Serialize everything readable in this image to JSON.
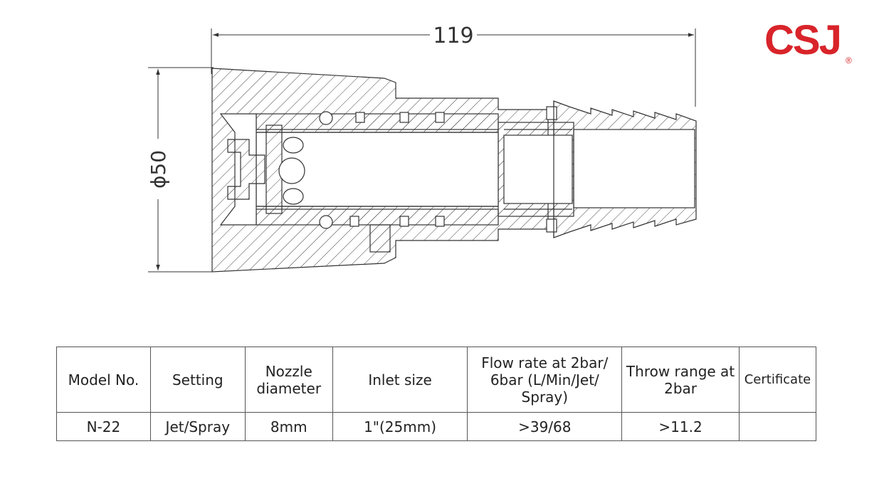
{
  "brand": {
    "name": "CSJ",
    "registered": "®",
    "color": "#d8242a"
  },
  "dimensions": {
    "length": "119",
    "diameter": "ϕ50"
  },
  "spec_table": {
    "headers": [
      "Model No.",
      "Setting",
      "Nozzle diameter",
      "Inlet size",
      "Flow rate at 2bar/ 6bar (L/Min/Jet/ Spray)",
      "Throw range at 2bar",
      "Certificate"
    ],
    "rows": [
      [
        "N-22",
        "Jet/Spray",
        "8mm",
        "1\"(25mm)",
        ">39/68",
        ">11.2",
        ""
      ]
    ]
  }
}
